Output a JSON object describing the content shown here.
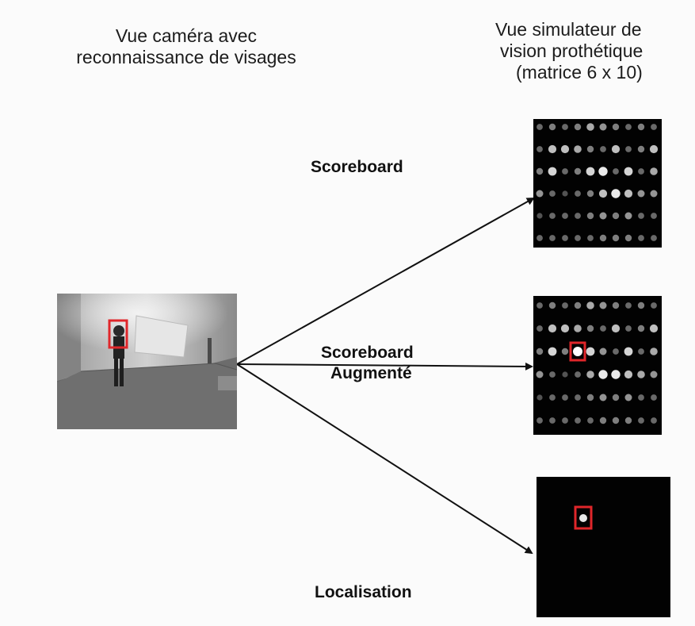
{
  "headings": {
    "camera_view": [
      "Vue caméra avec",
      "reconnaissance de visages"
    ],
    "simulator_view": [
      "Vue simulateur de",
      "vision prothétique",
      "(matrice 6 x 10)"
    ]
  },
  "modes": {
    "scoreboard": [
      "Scoreboard"
    ],
    "augmented": [
      "Scoreboard",
      "Augmenté"
    ],
    "localisation": [
      "Localisation"
    ]
  },
  "colors": {
    "highlight": "#e0262a",
    "phosphene": "#e8e8e8",
    "background": "#020202",
    "arrow": "#111111"
  },
  "matrices": {
    "scoreboard": [
      [
        3,
        4,
        3,
        4,
        6,
        5,
        4,
        3,
        4,
        3
      ],
      [
        3,
        7,
        7,
        6,
        4,
        3,
        7,
        3,
        4,
        7
      ],
      [
        4,
        8,
        3,
        4,
        8,
        9,
        3,
        8,
        3,
        6
      ],
      [
        5,
        3,
        2,
        3,
        4,
        7,
        9,
        7,
        5,
        5
      ],
      [
        2,
        3,
        3,
        3,
        4,
        5,
        4,
        5,
        3,
        3
      ],
      [
        3,
        3,
        3,
        3,
        3,
        4,
        4,
        4,
        3,
        3
      ]
    ],
    "augmented": [
      [
        3,
        4,
        3,
        4,
        6,
        5,
        4,
        3,
        4,
        3
      ],
      [
        3,
        7,
        7,
        6,
        4,
        3,
        7,
        3,
        4,
        7
      ],
      [
        4,
        8,
        4,
        10,
        8,
        5,
        3,
        8,
        3,
        6
      ],
      [
        5,
        3,
        2,
        3,
        6,
        9,
        9,
        7,
        6,
        5
      ],
      [
        2,
        3,
        3,
        3,
        4,
        5,
        4,
        5,
        3,
        3
      ],
      [
        3,
        3,
        3,
        3,
        3,
        4,
        4,
        4,
        3,
        3
      ]
    ],
    "localisation_point": {
      "row": 2,
      "col": 3
    }
  }
}
